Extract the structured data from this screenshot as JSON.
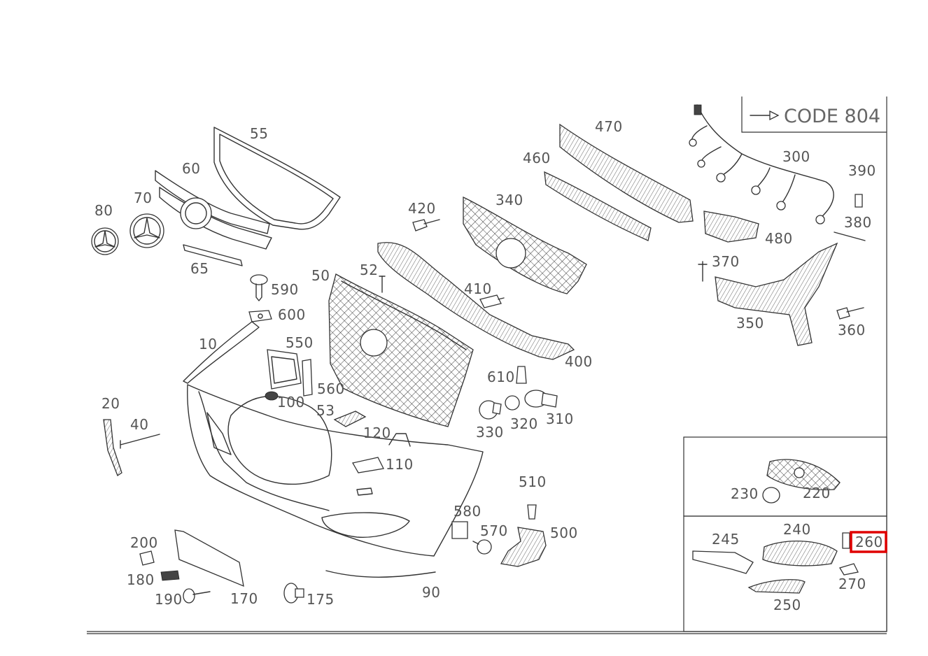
{
  "code_box": {
    "label": "CODE 804"
  },
  "highlight": {
    "color": "#e00000",
    "part": "260"
  },
  "parts": {
    "p10": "10",
    "p20": "20",
    "p40": "40",
    "p50": "50",
    "p52": "52",
    "p53": "53",
    "p55": "55",
    "p60": "60",
    "p65": "65",
    "p70": "70",
    "p80": "80",
    "p90": "90",
    "p100": "100",
    "p110": "110",
    "p120": "120",
    "p170": "170",
    "p175": "175",
    "p180": "180",
    "p190": "190",
    "p200": "200",
    "p220": "220",
    "p230": "230",
    "p240": "240",
    "p245": "245",
    "p250": "250",
    "p260": "260",
    "p270": "270",
    "p300": "300",
    "p310": "310",
    "p320": "320",
    "p330": "330",
    "p340": "340",
    "p350": "350",
    "p360": "360",
    "p370": "370",
    "p380": "380",
    "p390": "390",
    "p400": "400",
    "p410": "410",
    "p420": "420",
    "p460": "460",
    "p470": "470",
    "p480": "480",
    "p500": "500",
    "p510": "510",
    "p550": "550",
    "p560": "560",
    "p570": "570",
    "p580": "580",
    "p590": "590",
    "p600": "600",
    "p610": "610"
  }
}
